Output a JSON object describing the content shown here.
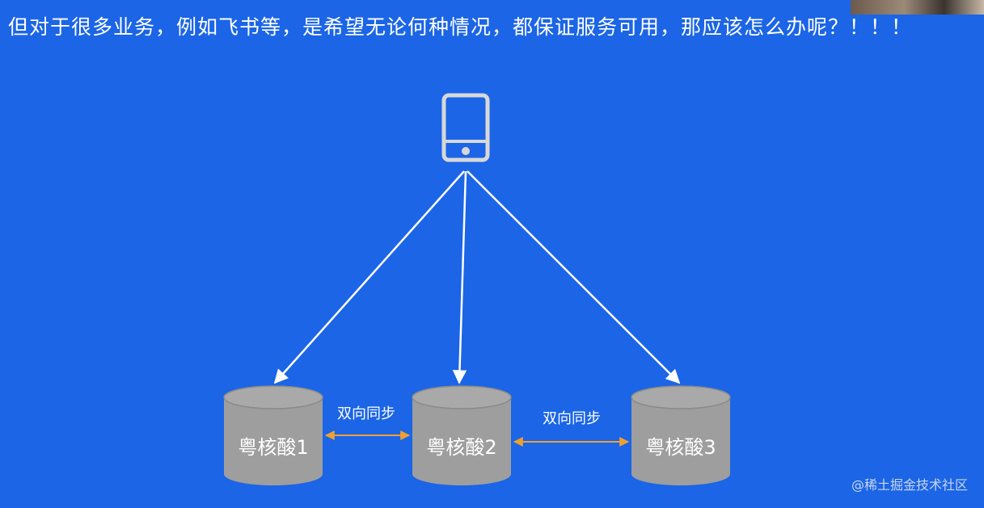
{
  "title": "但对于很多业务，例如飞书等，是希望无论何种情况，都保证服务可用，那应该怎么办呢？！！！",
  "client": {
    "icon": "mobile-phone-icon"
  },
  "databases": [
    {
      "label": "粤核酸1"
    },
    {
      "label": "粤核酸2"
    },
    {
      "label": "粤核酸3"
    }
  ],
  "sync_links": [
    {
      "label": "双向同步"
    },
    {
      "label": "双向同步"
    }
  ],
  "watermark": "@稀土掘金技术社区",
  "colors": {
    "background": "#1b65e6",
    "cylinder": "#9e9e9e",
    "cylinder_top": "#a9a9a9",
    "sync_arrow": "#f0a030",
    "request_arrow": "#ffffff"
  }
}
